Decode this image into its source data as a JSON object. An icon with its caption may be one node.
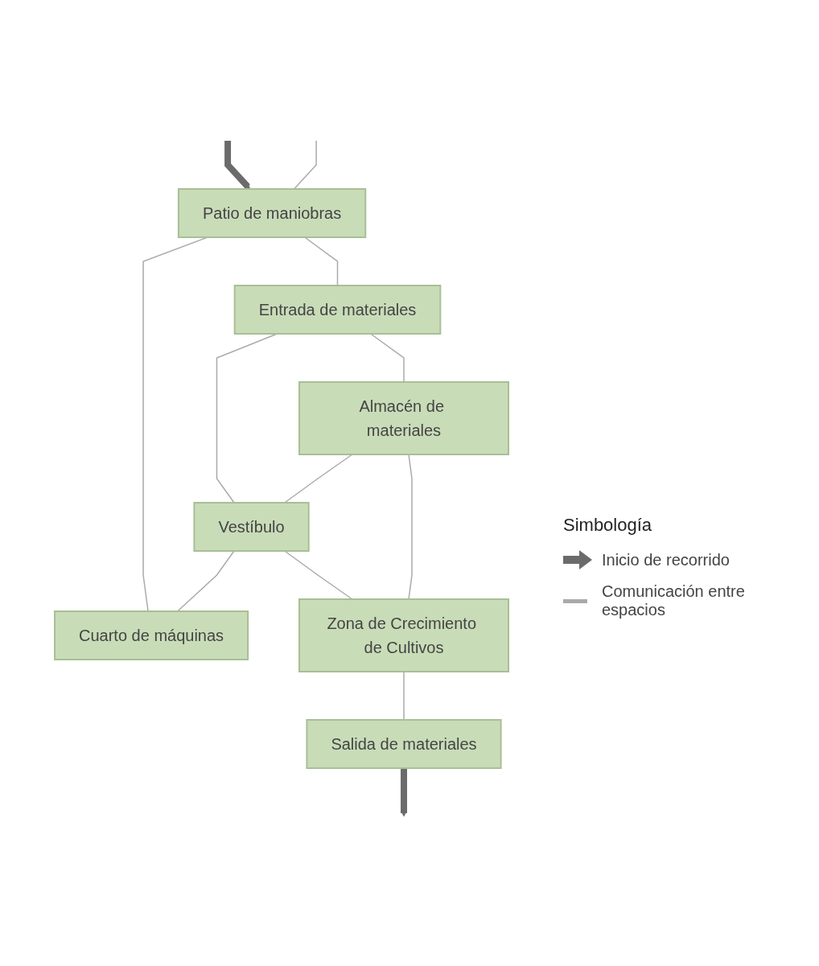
{
  "diagram": {
    "nodes": [
      {
        "text": [
          "Patio de maniobras"
        ]
      },
      {
        "text": [
          "Entrada de materiales"
        ]
      },
      {
        "text": [
          "Almacén de materiales"
        ]
      },
      {
        "text": [
          "Vestíbulo"
        ]
      },
      {
        "text": [
          "Cuarto de máquinas"
        ]
      },
      {
        "text": [
          "Zona de Crecimiento de Cultivos"
        ]
      },
      {
        "text": [
          "Salida de materiales"
        ]
      }
    ],
    "edges": [
      {
        "from": null,
        "to": 0,
        "arrow": "to",
        "style": "thick",
        "color": "#6b6b6b"
      },
      {
        "from": 0,
        "to": 1,
        "arrow": "none"
      },
      {
        "from": 0,
        "to": 4,
        "arrow": "none"
      },
      {
        "from": 1,
        "to": 2,
        "arrow": "none"
      },
      {
        "from": 1,
        "to": 3,
        "arrow": "none"
      },
      {
        "from": 2,
        "to": 3,
        "arrow": "none"
      },
      {
        "from": 3,
        "to": 4,
        "arrow": "none"
      },
      {
        "from": 3,
        "to": 5,
        "arrow": "none"
      },
      {
        "from": 2,
        "to": 5,
        "arrow": "none"
      },
      {
        "from": 5,
        "to": 6,
        "arrow": "none"
      },
      {
        "from": 6,
        "to": null,
        "arrow": "to",
        "style": "thick",
        "color": "#6b6b6b"
      },
      {
        "from": null,
        "to": 0,
        "arrow": "none"
      }
    ],
    "labels": [
      "Simbología"
    ],
    "legend": [
      {
        "text": "Inicio de recorrido"
      },
      {
        "text": "Comunicación entre espacios"
      }
    ]
  }
}
